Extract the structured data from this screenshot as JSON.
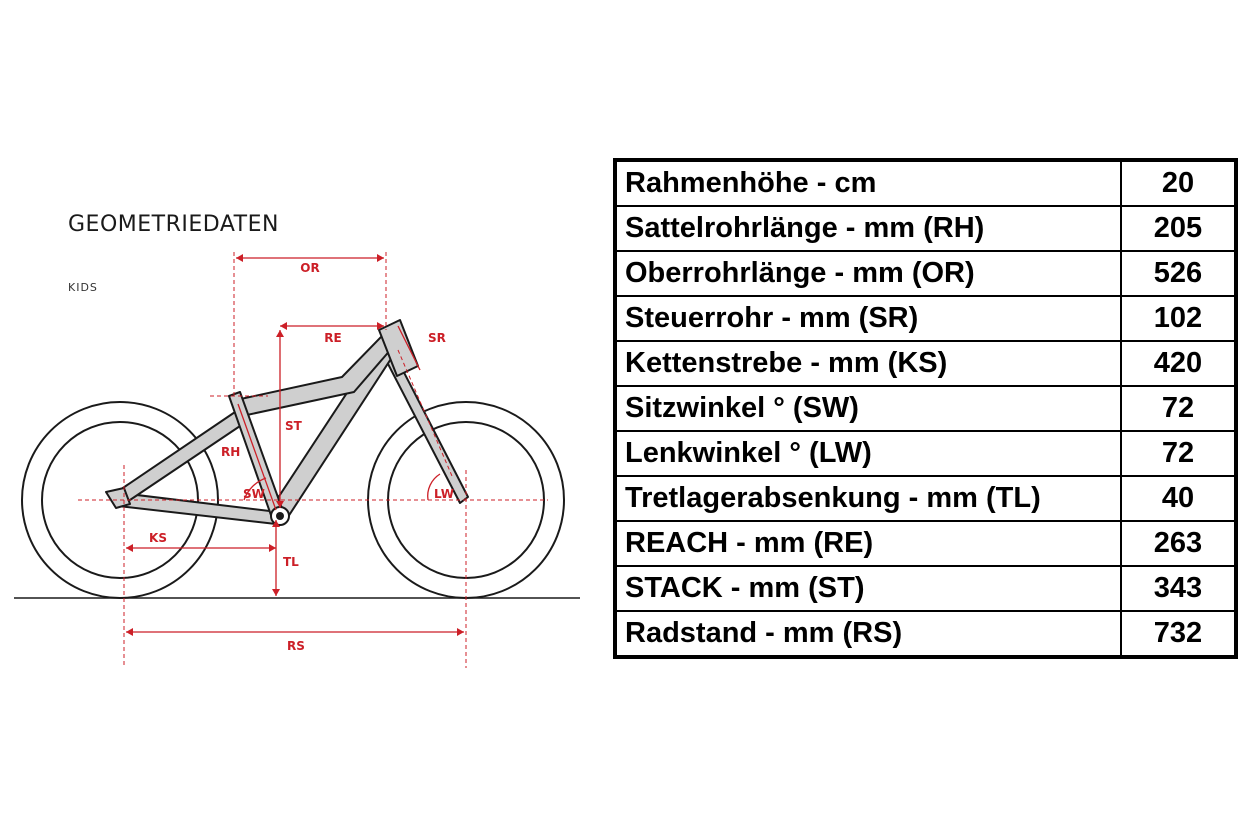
{
  "diagram": {
    "title": "GEOMETRIEDATEN",
    "subtitle": "KIDS",
    "labels": {
      "OR": "OR",
      "RE": "RE",
      "SR": "SR",
      "ST": "ST",
      "RH": "RH",
      "SW": "SW",
      "LW": "LW",
      "KS": "KS",
      "TL": "TL",
      "RS": "RS"
    },
    "colors": {
      "accent": "#cc1f27",
      "frame": "#cfcfcf",
      "outline": "#1a1a1a"
    }
  },
  "table": {
    "rows": [
      {
        "label": "Rahmenhöhe - cm",
        "value": "20"
      },
      {
        "label": "Sattelrohrlänge - mm (RH)",
        "value": "205"
      },
      {
        "label": "Oberrohrlänge - mm (OR)",
        "value": "526"
      },
      {
        "label": "Steuerrohr - mm (SR)",
        "value": "102"
      },
      {
        "label": "Kettenstrebe - mm (KS)",
        "value": "420"
      },
      {
        "label": "Sitzwinkel ° (SW)",
        "value": "72"
      },
      {
        "label": "Lenkwinkel ° (LW)",
        "value": "72"
      },
      {
        "label": "Tretlagerabsenkung - mm (TL)",
        "value": "40"
      },
      {
        "label": "REACH - mm (RE)",
        "value": "263"
      },
      {
        "label": "STACK - mm (ST)",
        "value": "343"
      },
      {
        "label": "Radstand - mm (RS)",
        "value": "732"
      }
    ]
  }
}
